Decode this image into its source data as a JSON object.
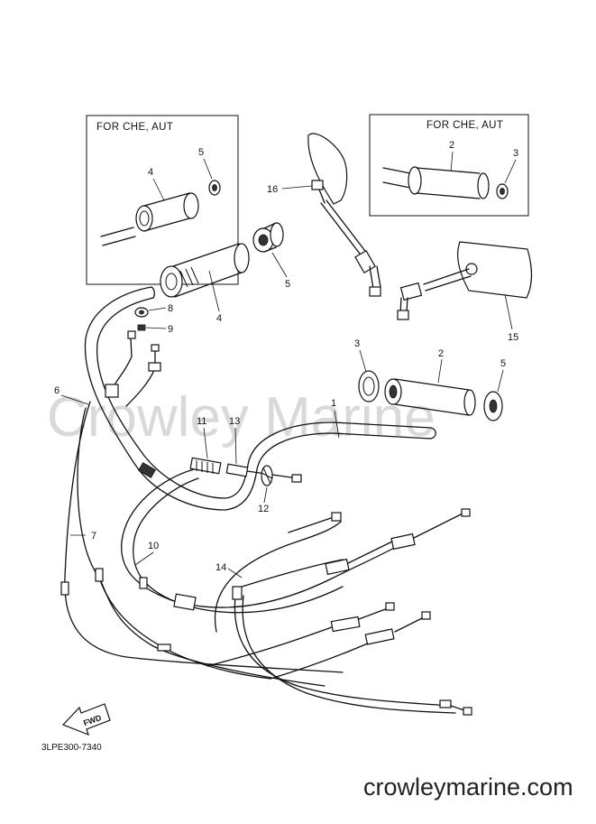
{
  "inset_boxes": [
    {
      "title": "FOR CHE, AUT",
      "labels": [
        "4",
        "5"
      ]
    },
    {
      "title": "FOR CHE, AUT",
      "labels": [
        "2",
        "3"
      ]
    }
  ],
  "callouts": [
    "1",
    "2",
    "3",
    "4",
    "5",
    "5",
    "6",
    "7",
    "8",
    "9",
    "10",
    "11",
    "12",
    "13",
    "14",
    "15",
    "16"
  ],
  "fwd_arrow_text": "FWD",
  "diagram_code": "3LPE300-7340",
  "watermark": "Crowley Marine",
  "website": "crowleymarine.com"
}
